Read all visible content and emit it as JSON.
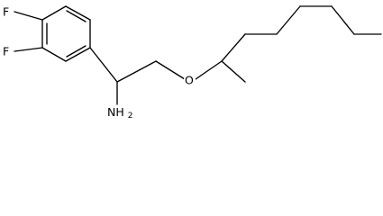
{
  "structure": {
    "atoms": {
      "fluorine_top": "F",
      "fluorine_bottom": "F",
      "oxygen": "O",
      "amine": "NH",
      "amine_subscript": "2"
    }
  },
  "colors": {
    "bond": "#000000",
    "background": "#ffffff"
  }
}
